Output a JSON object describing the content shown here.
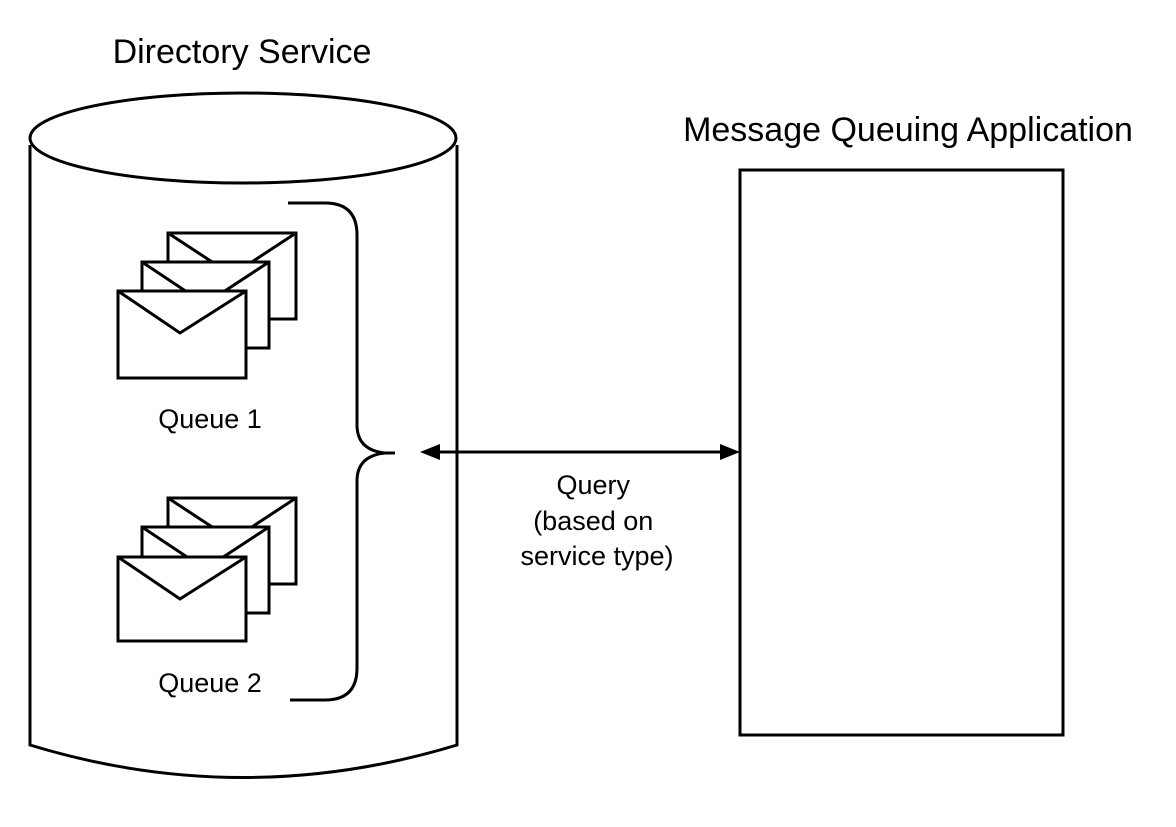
{
  "diagram": {
    "colors": {
      "line": "#000000",
      "background": "#ffffff"
    },
    "nodes": {
      "directory_service": {
        "label": "Directory Service",
        "shape": "cylinder"
      },
      "queue_1": {
        "label": "Queue 1",
        "icon": "envelope-stack-icon"
      },
      "queue_2": {
        "label": "Queue 2",
        "icon": "envelope-stack-icon"
      },
      "application": {
        "label": "Message Queuing Application",
        "shape": "rectangle"
      }
    },
    "edges": [
      {
        "from": "queues-brace",
        "to": "application",
        "direction": "bidirectional",
        "label_lines": [
          "Query",
          "(based on",
          "service type)"
        ]
      }
    ]
  }
}
